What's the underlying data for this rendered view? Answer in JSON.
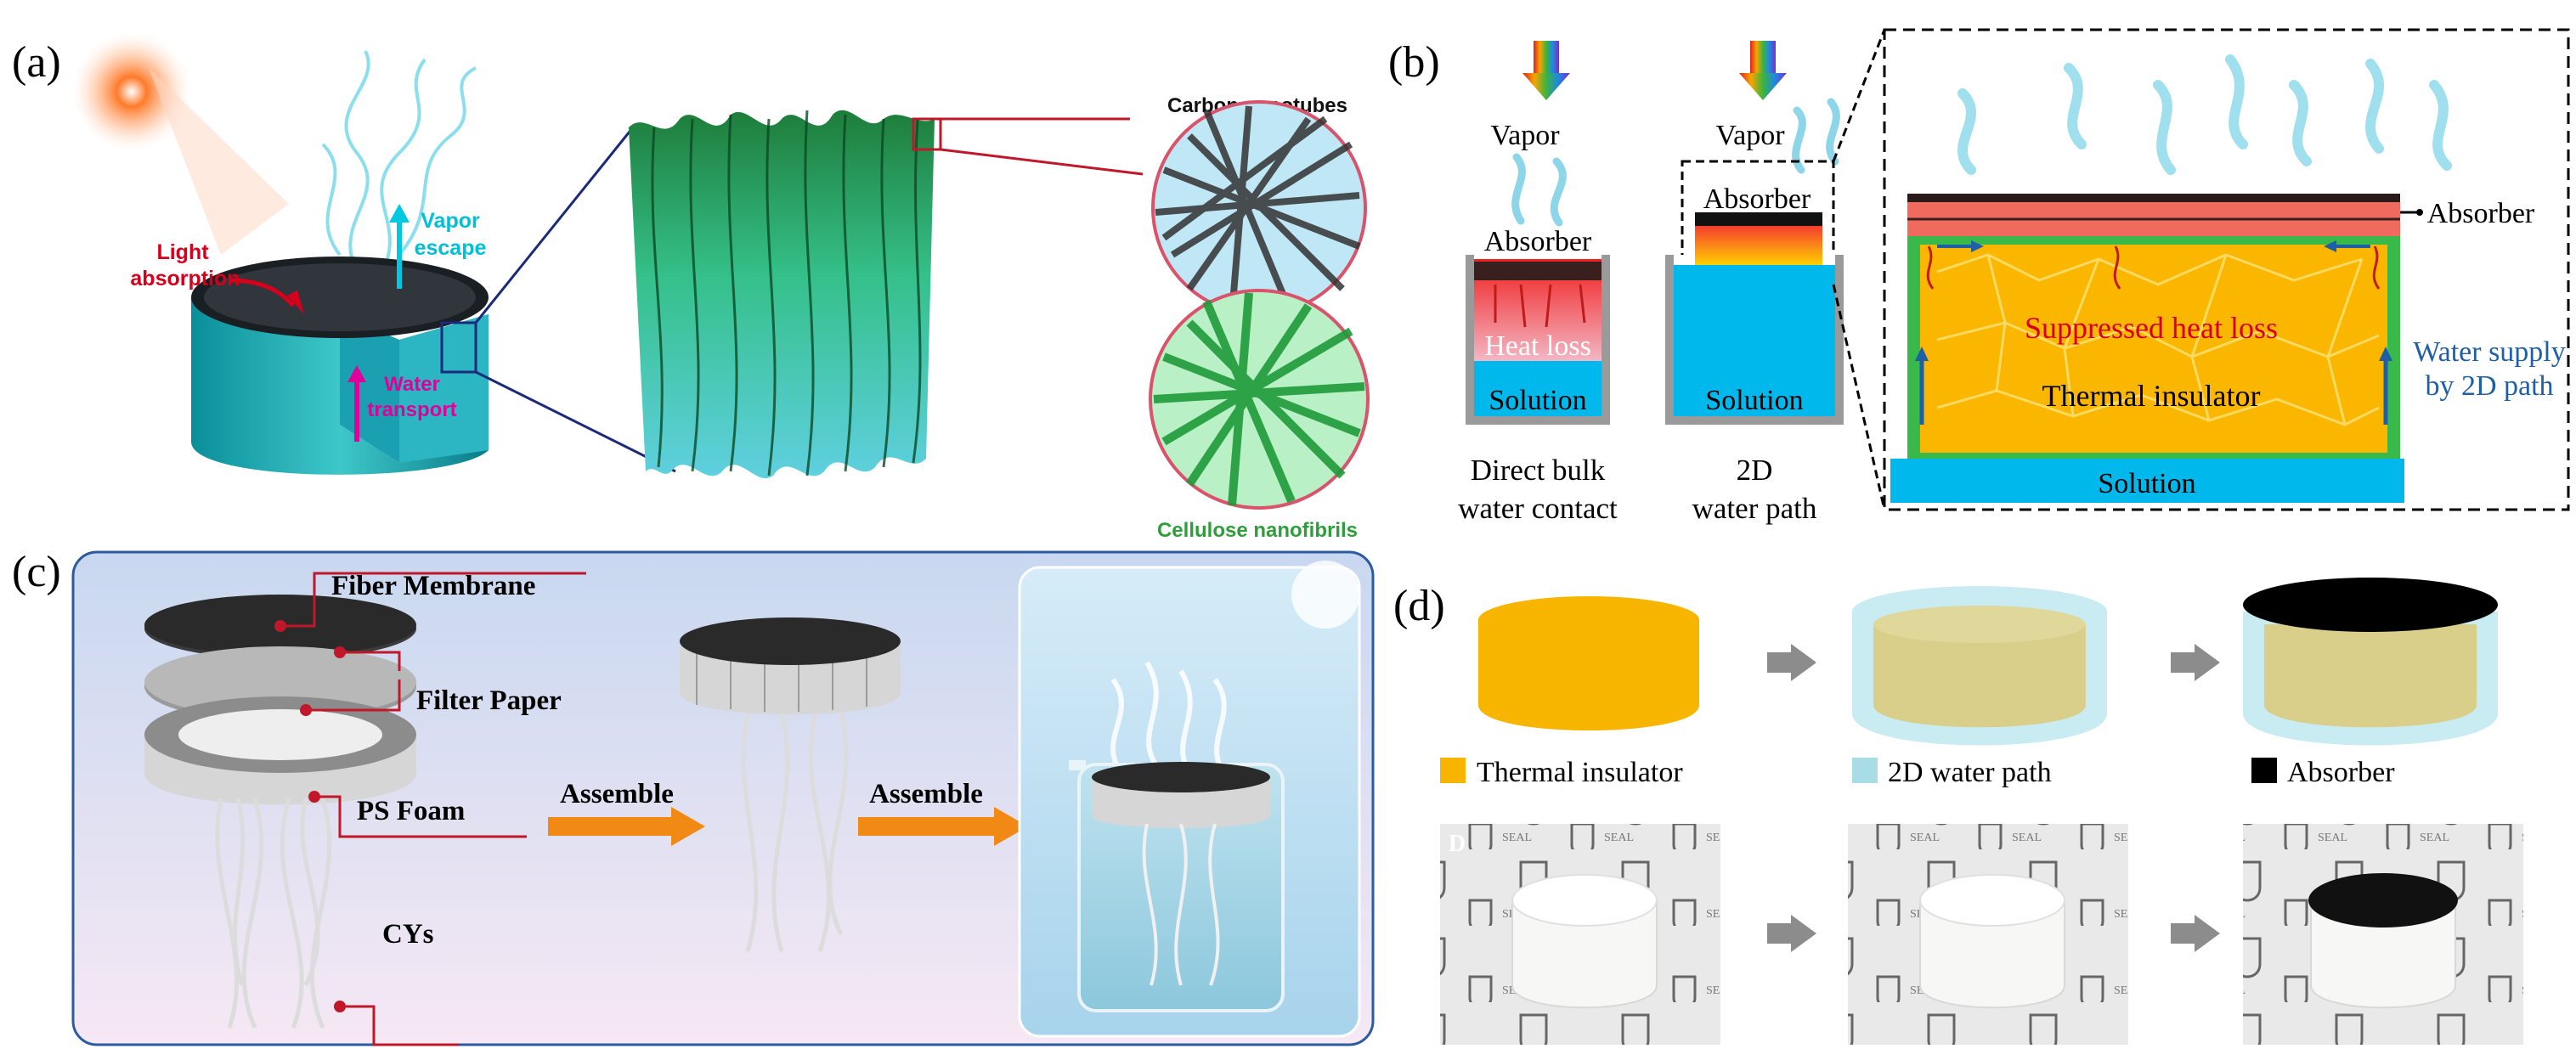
{
  "panels": {
    "a": {
      "label": "(a)",
      "light_absorption": [
        "Light",
        "absorption"
      ],
      "vapor_escape": [
        "Vapor",
        "escape"
      ],
      "water_transport": [
        "Water",
        "transport"
      ],
      "carbon_nanotubes": "Carbon nanotubes",
      "cellulose_nanofibrils": "Cellulose nanofibrils"
    },
    "b": {
      "label": "(b)",
      "vapor": "Vapor",
      "absorber": "Absorber",
      "heat_loss": "Heat  loss",
      "solution": "Solution",
      "caption_left": [
        "Direct bulk",
        "water contact"
      ],
      "caption_mid": [
        "2D",
        "water path"
      ],
      "suppressed_heat_loss": "Suppressed heat loss",
      "thermal_insulator": "Thermal insulator",
      "water_supply": [
        "Water supply",
        "by 2D path"
      ]
    },
    "c": {
      "label": "(c)",
      "fiber_membrane": "Fiber Membrane",
      "filter_paper": "Filter Paper",
      "ps_foam": "PS Foam",
      "cys": "CYs",
      "assemble_1": "Assemble",
      "assemble_2": "Assemble"
    },
    "d": {
      "label": "(d)",
      "legend": [
        {
          "label": "Thermal insulator",
          "color": "#f7b500"
        },
        {
          "label": "2D water path",
          "color": "#a8dde6"
        },
        {
          "label": "Absorber",
          "color": "#000000"
        }
      ],
      "photo_mark": "D"
    }
  },
  "colors": {
    "cyan": "#00b4e6",
    "orange": "#f7b500",
    "red": "#d6001c",
    "green": "#2e9e3a",
    "magenta": "#e0009b",
    "blue_text": "#1f5fa8",
    "panel_c_border": "#2d5ba0"
  }
}
